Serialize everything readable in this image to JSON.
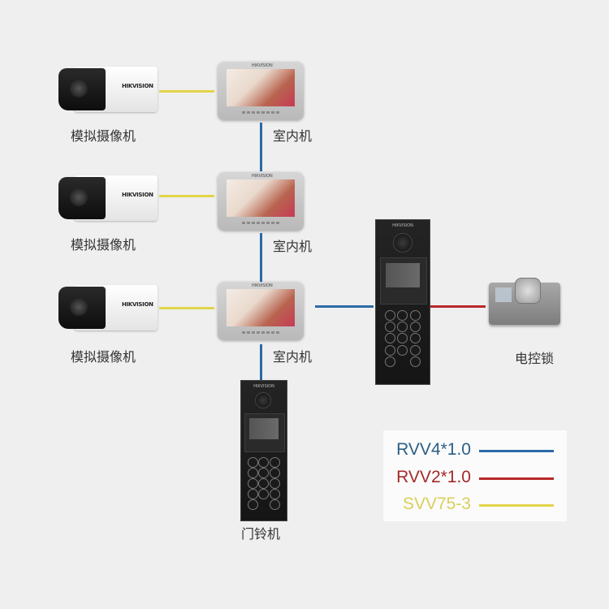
{
  "diagram": {
    "title": "",
    "nodes": {
      "cameras": [
        {
          "label": "模拟摄像机",
          "brand": "HIKVISION"
        },
        {
          "label": "模拟摄像机",
          "brand": "HIKVISION"
        },
        {
          "label": "模拟摄像机",
          "brand": "HIKVISION"
        }
      ],
      "monitors": [
        {
          "label": "室内机",
          "brand": "HIKVISION"
        },
        {
          "label": "室内机",
          "brand": "HIKVISION"
        },
        {
          "label": "室内机",
          "brand": "HIKVISION"
        }
      ],
      "door_station_main": {
        "label": "",
        "brand": "HIKVISION"
      },
      "door_station_unit": {
        "label": "门铃机",
        "brand": "HIKVISION"
      },
      "lock": {
        "label": "电控锁"
      }
    },
    "connections": [
      {
        "from": "camera-1",
        "to": "monitor-1",
        "cable": "SVV75-3"
      },
      {
        "from": "camera-2",
        "to": "monitor-2",
        "cable": "SVV75-3"
      },
      {
        "from": "camera-3",
        "to": "monitor-3",
        "cable": "SVV75-3"
      },
      {
        "from": "monitor-1",
        "to": "monitor-2",
        "cable": "RVV4*1.0"
      },
      {
        "from": "monitor-2",
        "to": "monitor-3",
        "cable": "RVV4*1.0"
      },
      {
        "from": "monitor-3",
        "to": "door-station-unit",
        "cable": "RVV4*1.0"
      },
      {
        "from": "monitor-3",
        "to": "door-station-main",
        "cable": "RVV4*1.0"
      },
      {
        "from": "door-station-main",
        "to": "lock",
        "cable": "RVV2*1.0"
      }
    ]
  },
  "legend": {
    "items": [
      {
        "label": "RVV4*1.0",
        "color": "#2c6aa8"
      },
      {
        "label": "RVV2*1.0",
        "color": "#b8282a"
      },
      {
        "label": "SVV75-3",
        "color": "#e2d44a"
      }
    ]
  },
  "colors": {
    "background": "#efefef",
    "legend_text_rvv4": "#2d5f86",
    "legend_text_rvv2": "#a52a2a",
    "legend_text_svv": "#d9cf5a"
  }
}
